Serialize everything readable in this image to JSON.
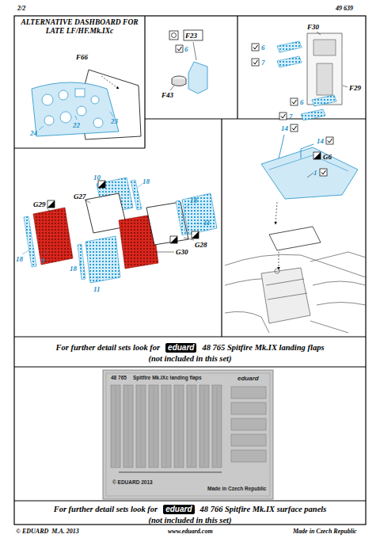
{
  "diagram": {
    "nodes": [
      {
        "text": [
          "ALTERNATIVE DASHBOARD FOR LATE LF/HF.Mk.IXc"
        ]
      },
      {
        "text": [
          "For further detail sets look for",
          "eduard",
          "48 765 Spitfire Mk.IX landing flaps",
          "(not included in this set)"
        ]
      },
      {
        "text": [
          "48 765",
          "Spitfire Mk.IXc landing flaps",
          "eduard",
          "© EDUARD 2013",
          "Made in Czech Republic"
        ]
      },
      {
        "text": [
          "For further detail sets look for",
          "eduard",
          "48 766 Spitfire Mk.IX surface panels",
          "(not included in this set)"
        ]
      }
    ],
    "labels": [
      "2/2",
      "49 639",
      "F66",
      "22",
      "23",
      "24",
      "F23",
      "6",
      "F43",
      "F30",
      "6",
      "7",
      "F29",
      "6",
      "7",
      "14",
      "14",
      "G6",
      "1",
      "10",
      "18",
      "G27",
      "18",
      "G29",
      "11",
      "18",
      "9",
      "G30",
      "G28",
      "18",
      "11",
      "© EDUARD  M.A. 2013",
      "www.eduard.com",
      "Made in Czech Republic"
    ]
  }
}
